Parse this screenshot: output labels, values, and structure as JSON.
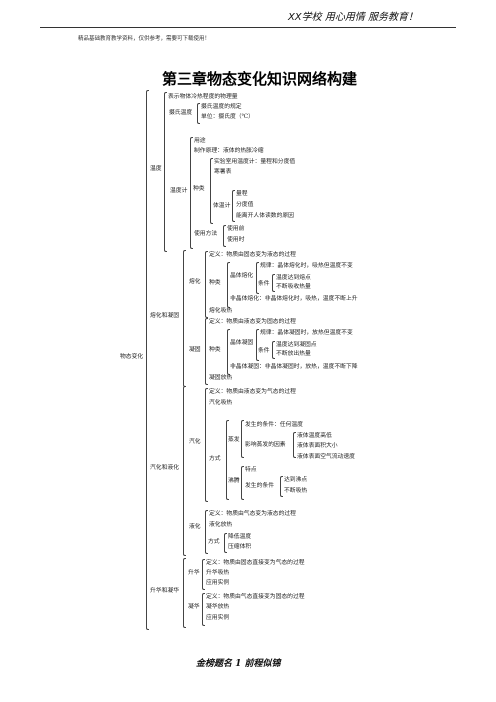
{
  "header": {
    "text": "XX学校  用心用情 服务教育！"
  },
  "note": "精品基础教育教学资料，仅供参考，需要可下载使用！",
  "title": "第三章物态变化知识网络构建",
  "footer": "金榜题名   1   前程似锦",
  "tree": {
    "root": "物态变化",
    "temp": {
      "label": "温度",
      "def": "表示物体冷热程度的物理量",
      "celsius": {
        "label": "摄氏温度",
        "l1": "摄氏温度的规定",
        "l2": "单位：摄氏度（℃）"
      },
      "thermo": {
        "label": "温度计",
        "use": "用途",
        "principle": "制作原理：液体的热胀冷缩",
        "kinds_label": "种类",
        "lab": "实验室用温度计：量程和分度值",
        "cold": "寒暑表",
        "body": {
          "label": "体温计",
          "range": "量程",
          "div": "分度值",
          "leave": "能离开人体读数的原因"
        },
        "method": {
          "label": "使用方法",
          "before": "使用前",
          "during": "使用时"
        }
      }
    },
    "melt": {
      "label": "熔化和凝固",
      "m": {
        "label": "熔化",
        "def": "定义：物质由固态变为液态的过程",
        "kinds": "种类",
        "crystal": "晶体熔化",
        "rule": "规律：晶体熔化时，吸热但温度不变",
        "cond": "条件",
        "c1": "温度达到熔点",
        "c2": "不断吸收热量",
        "amor": "非晶体熔化：非晶体熔化时，吸热，温度不断上升",
        "heat": "熔化吸热"
      },
      "s": {
        "label": "凝固",
        "def": "定义：物质由液态变为固态的过程",
        "kinds": "种类",
        "crystal": "晶体凝固",
        "rule": "规律：晶体凝固时，放热但温度不变",
        "cond": "条件",
        "c1": "温度达到凝固点",
        "c2": "不断放出热量",
        "amor": "非晶体凝固：非晶体凝固时，放热，温度不断下降",
        "heat": "凝固放热"
      }
    },
    "vap": {
      "label": "汽化和液化",
      "v": {
        "label": "汽化",
        "def": "定义：物质由液态变为气态的过程",
        "heat": "汽化吸热",
        "ways": "方式",
        "evap": "蒸发",
        "occur": "发生的条件：任何温度",
        "factors": "影响蒸发的因素",
        "f1": "液体温度高低",
        "f2": "液体表面积大小",
        "f3": "液体表面空气流动速度",
        "boil": "沸腾",
        "feature": "特点",
        "boil_cond": "发生的条件",
        "b1": "达到沸点",
        "b2": "不断吸热"
      },
      "l": {
        "label": "液化",
        "def": "定义：物质由气态变为液态的过程",
        "heat": "液化放热",
        "ways": "方式",
        "w1": "降低温度",
        "w2": "压缩体积"
      }
    },
    "sub": {
      "label": "升华和凝华",
      "up": {
        "label": "升华",
        "def": "定义：物质由固态直接变为气态的过程",
        "heat": "升华吸热",
        "app": "应用实例"
      },
      "down": {
        "label": "凝华",
        "def": "定义：物质由气态直接变为固态的过程",
        "heat": "凝华放热",
        "app": "应用实例"
      }
    }
  }
}
